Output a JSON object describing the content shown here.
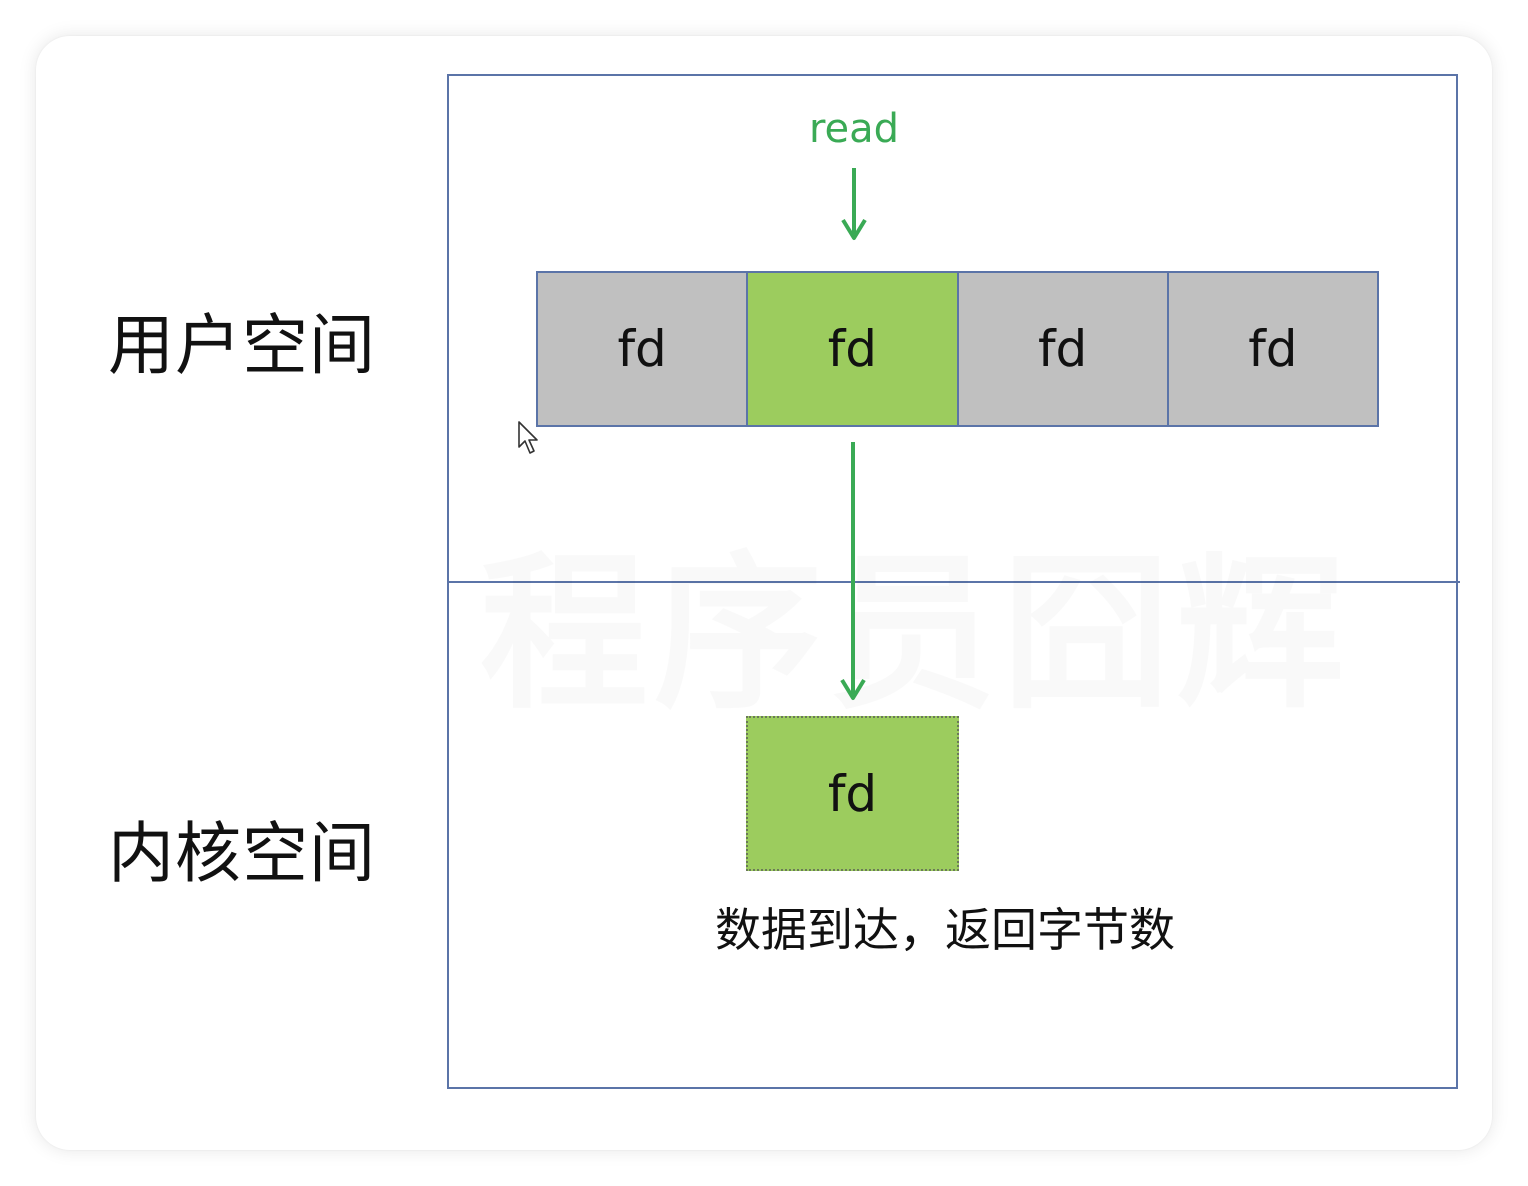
{
  "labels": {
    "user_space": "用户空间",
    "kernel_space": "内核空间",
    "read": "read",
    "caption": "数据到达，返回字节数",
    "watermark": "程序员囧辉"
  },
  "fd_array": [
    {
      "label": "fd",
      "state": "idle"
    },
    {
      "label": "fd",
      "state": "active"
    },
    {
      "label": "fd",
      "state": "idle"
    },
    {
      "label": "fd",
      "state": "idle"
    }
  ],
  "kernel_fd": {
    "label": "fd"
  },
  "colors": {
    "idle": "#c0c0c0",
    "active": "#9ccc5e",
    "arrow": "#3aaa55",
    "border": "#5b74a8"
  },
  "icons": {
    "cursor": "mouse-pointer-icon"
  }
}
